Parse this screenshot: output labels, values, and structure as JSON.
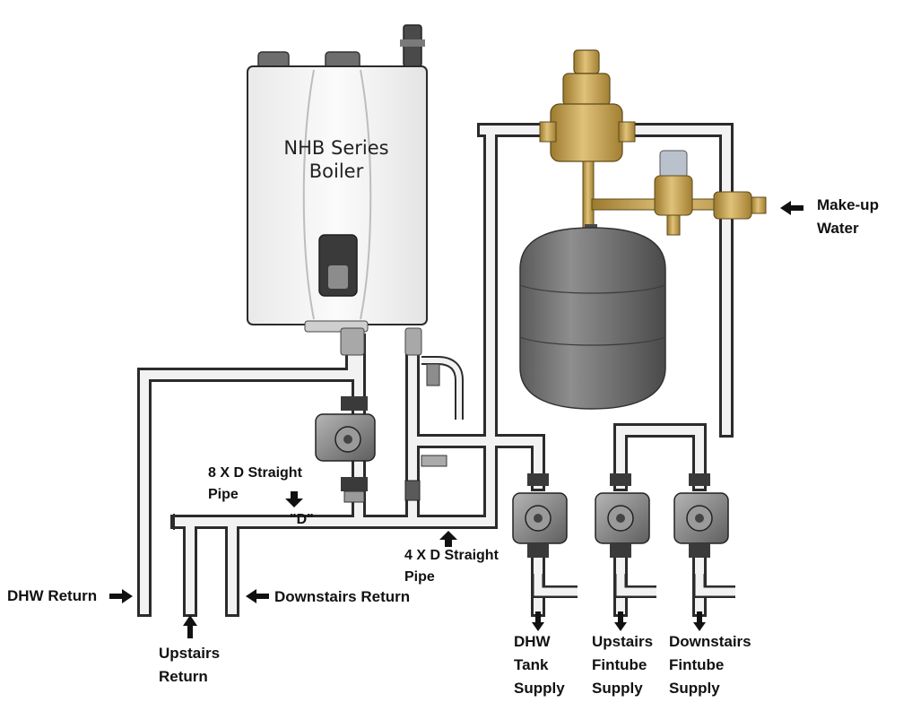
{
  "boiler": {
    "title_line1": "NHB Series",
    "title_line2": "Boiler"
  },
  "labels": {
    "makeup_line1": "Make-up",
    "makeup_line2": "Water",
    "straight8_line1": "8 X D Straight",
    "straight8_line2": "Pipe",
    "d_marker": "\"D\"",
    "straight4_line1": "4 X D Straight",
    "straight4_line2": "Pipe",
    "dhw_return": "DHW Return",
    "downstairs_return": "Downstairs Return",
    "upstairs_return_line1": "Upstairs",
    "upstairs_return_line2": "Return",
    "dhw_supply_line1": "DHW",
    "dhw_supply_line2": "Tank",
    "dhw_supply_line3": "Supply",
    "up_supply_line1": "Upstairs",
    "up_supply_line2": "Fintube",
    "up_supply_line3": "Supply",
    "down_supply_line1": "Downstairs",
    "down_supply_line2": "Fintube",
    "down_supply_line3": "Supply"
  },
  "colors": {
    "pipe_outline": "#2b2b2b",
    "pipe_fill": "#f2f2f2",
    "expansion_tank": "#6e6e6e",
    "brass": "#c9a24a",
    "boiler_body": "#f4f4f4",
    "pump_body": "#8a8a8a"
  }
}
